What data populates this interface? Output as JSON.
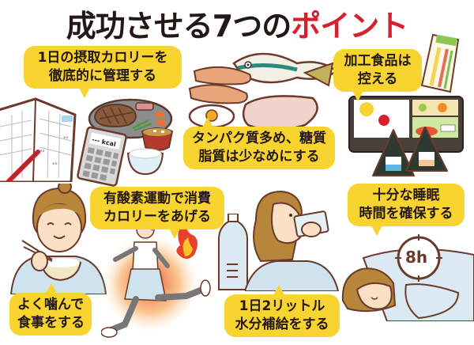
{
  "title": {
    "main": "成功させる7つの",
    "accent": "ポイント",
    "accent_color": "#d7202e",
    "text_color": "#231815"
  },
  "bubble_color": "#f7d42f",
  "points": [
    {
      "id": "calorie",
      "lines": [
        "1日の摂取カロリーを",
        "徹底的に管理する"
      ]
    },
    {
      "id": "protein",
      "lines": [
        "タンパク質多め、糖質",
        "脂質は少なめにする"
      ]
    },
    {
      "id": "processed",
      "lines": [
        "加工食品は",
        "控える"
      ]
    },
    {
      "id": "chew",
      "lines": [
        "よく噛んで",
        "食事をする"
      ]
    },
    {
      "id": "cardio",
      "lines": [
        "有酸素運動で消費",
        "カロリーをあげる"
      ]
    },
    {
      "id": "water",
      "lines": [
        "1日2リットル",
        "水分補給をする"
      ]
    },
    {
      "id": "sleep",
      "lines": [
        "十分な睡眠",
        "時間を確保する"
      ]
    }
  ],
  "calculator": {
    "display": "--- kcal"
  },
  "clock": {
    "label": "8h"
  }
}
